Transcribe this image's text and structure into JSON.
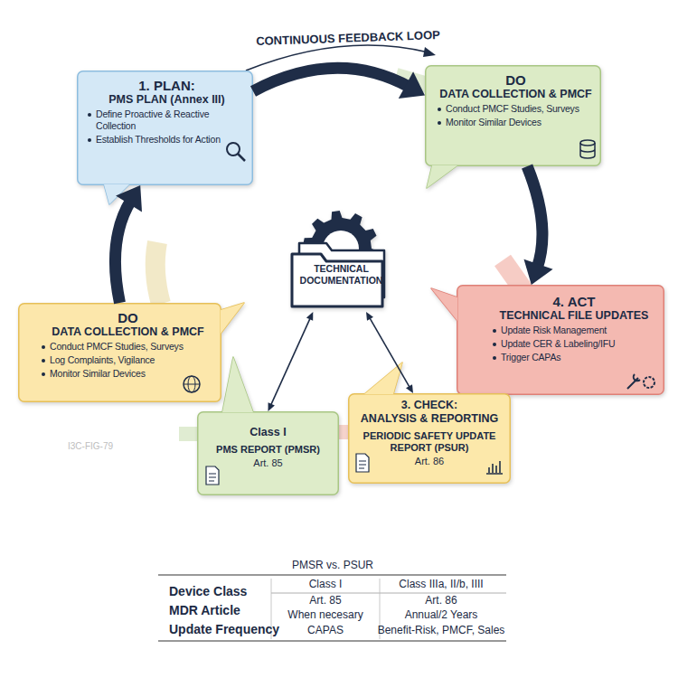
{
  "diagram": {
    "nodes": [
      {
        "text": [
          "1. PLAN:",
          "PMS PLAN (Annex III)",
          "Define Proactive & Reactive Collection",
          "Establish Thresholds for Action"
        ]
      },
      {
        "text": [
          "DO",
          "DATA COLLECTION & PMCF",
          "Conduct PMCF Studies, Surveys",
          "Monitor Similar Devices"
        ]
      },
      {
        "text": [
          "4. ACT",
          "TECHNICAL FILE UPDATES",
          "Update Risk Management",
          "Update CER & Labeling/IFU",
          "Trigger CAPAs"
        ]
      },
      {
        "text": [
          "3. CHECK:",
          "ANALYSIS & REPORTING",
          "PERIODIC SAFETY UPDATE REPORT (PSUR)",
          "Art. 86"
        ]
      },
      {
        "text": [
          "Class I",
          "PMS REPORT (PMSR)",
          "Art. 85"
        ]
      },
      {
        "text": [
          "DO",
          "DATA COLLECTION & PMCF",
          "Conduct PMCF Studies, Surveys",
          "Log Complaints, Vigilance",
          "Monitor Similar Devices"
        ]
      },
      {
        "text": [
          "TECHNICAL DOCUMENTATION"
        ]
      }
    ],
    "edges": [
      {
        "from": 0,
        "to": 1,
        "arrow": "to"
      },
      {
        "from": 1,
        "to": 2,
        "arrow": "to"
      },
      {
        "from": 5,
        "to": 0,
        "arrow": "to"
      },
      {
        "from": 6,
        "to": 4,
        "arrow": "both"
      },
      {
        "from": 6,
        "to": 3,
        "arrow": "both"
      }
    ],
    "labels": [
      "CONTINUOUS FEEDBACK LOOP",
      "I3C-FIG-79",
      "PMSR vs. PSUR",
      "Device Class",
      "Class I",
      "Class IIIa, II/b, IIII",
      "MDR Article",
      "Art. 85",
      "Art. 86",
      "Update Frequency",
      "When necesary",
      "Annual/2 Years",
      "CAPAS",
      "Benefit-Risk, PMCF, Sales"
    ]
  }
}
